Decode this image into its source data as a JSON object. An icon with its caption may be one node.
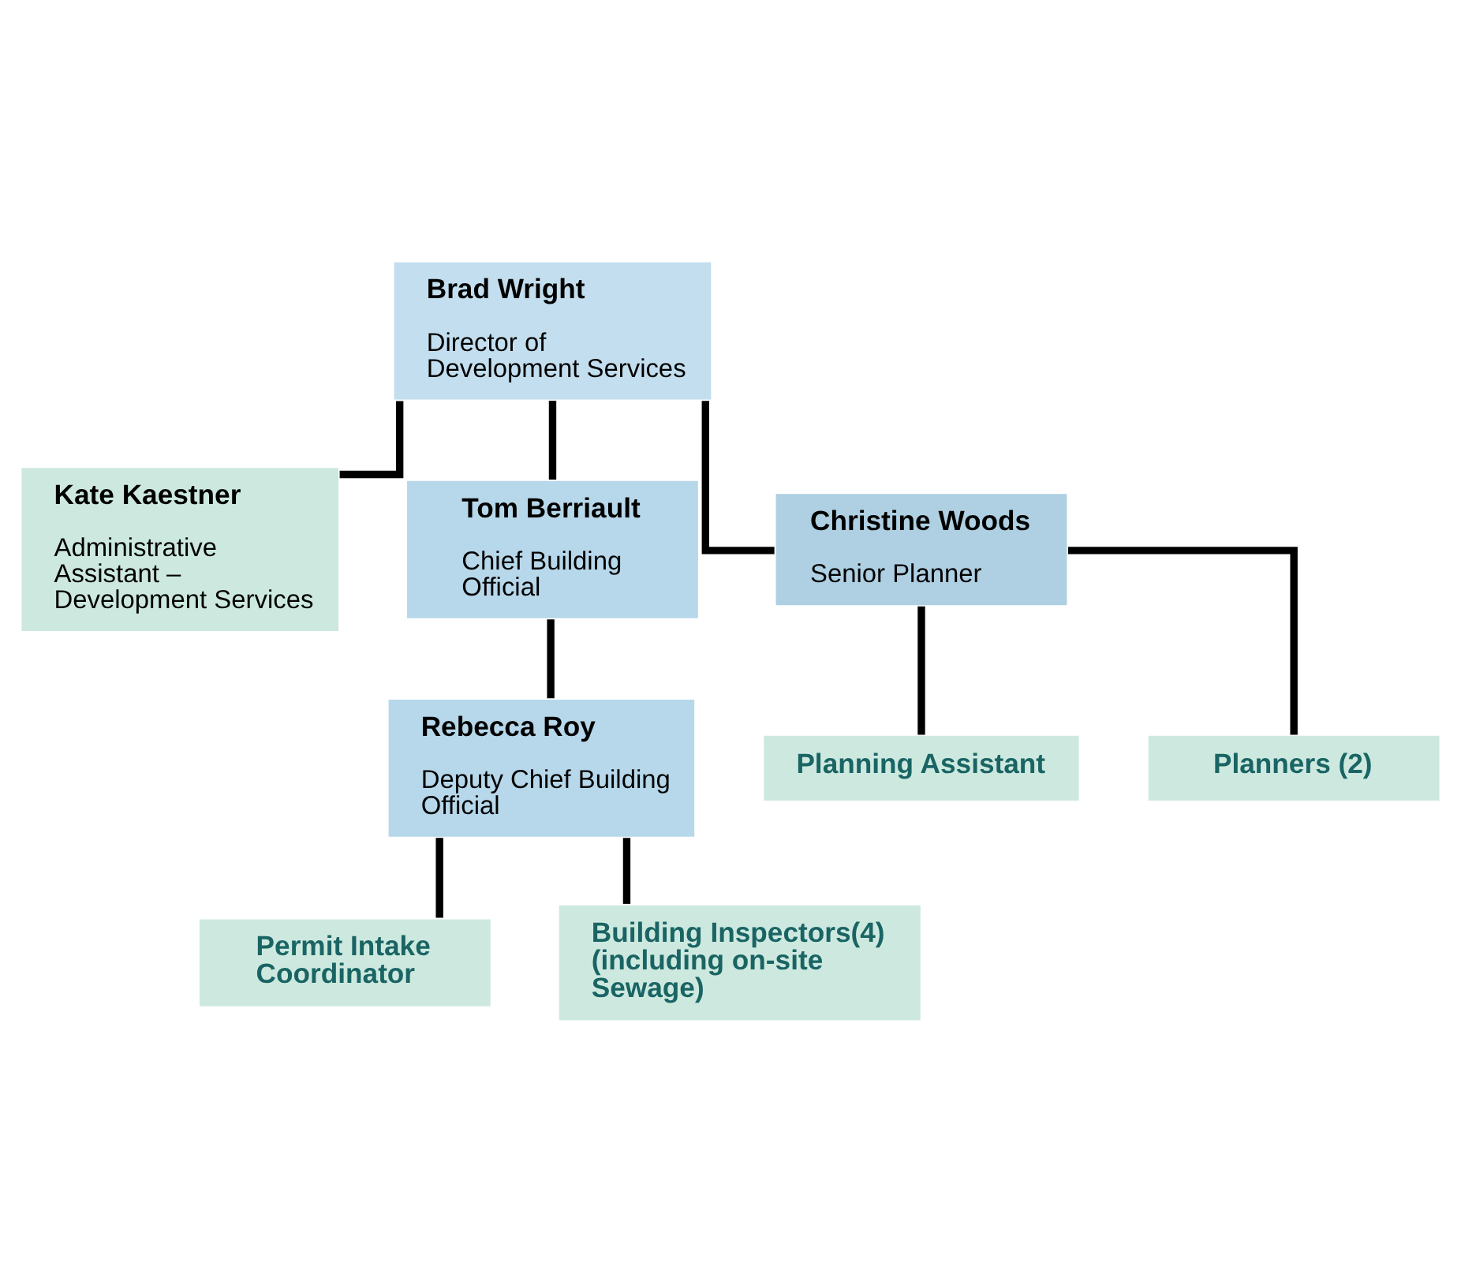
{
  "diagram": {
    "nodes": [
      {
        "text": [
          "Brad Wright",
          "Director of Development Services"
        ]
      },
      {
        "text": [
          "Kate Kaestner",
          "Administrative Assistant – Development Services"
        ]
      },
      {
        "text": [
          "Tom Berriault",
          "Chief Building Official"
        ]
      },
      {
        "text": [
          "Christine Woods",
          "Senior Planner"
        ]
      },
      {
        "text": [
          "Rebecca Roy",
          "Deputy Chief Building Official"
        ]
      },
      {
        "text": [
          "Planning Assistant"
        ]
      },
      {
        "text": [
          "Planners (2)"
        ]
      },
      {
        "text": [
          "Permit Intake Coordinator"
        ]
      },
      {
        "text": [
          "Building Inspectors(4) (including on-site Sewage)"
        ]
      }
    ],
    "edges": [
      {
        "from": 0,
        "to": 1,
        "arrow": "none"
      },
      {
        "from": 0,
        "to": 2,
        "arrow": "none"
      },
      {
        "from": 0,
        "to": 3,
        "arrow": "none"
      },
      {
        "from": 2,
        "to": 4,
        "arrow": "none"
      },
      {
        "from": 3,
        "to": 5,
        "arrow": "none"
      },
      {
        "from": 3,
        "to": 6,
        "arrow": "none"
      },
      {
        "from": 4,
        "to": 7,
        "arrow": "none"
      },
      {
        "from": 4,
        "to": 8,
        "arrow": "none"
      }
    ]
  }
}
